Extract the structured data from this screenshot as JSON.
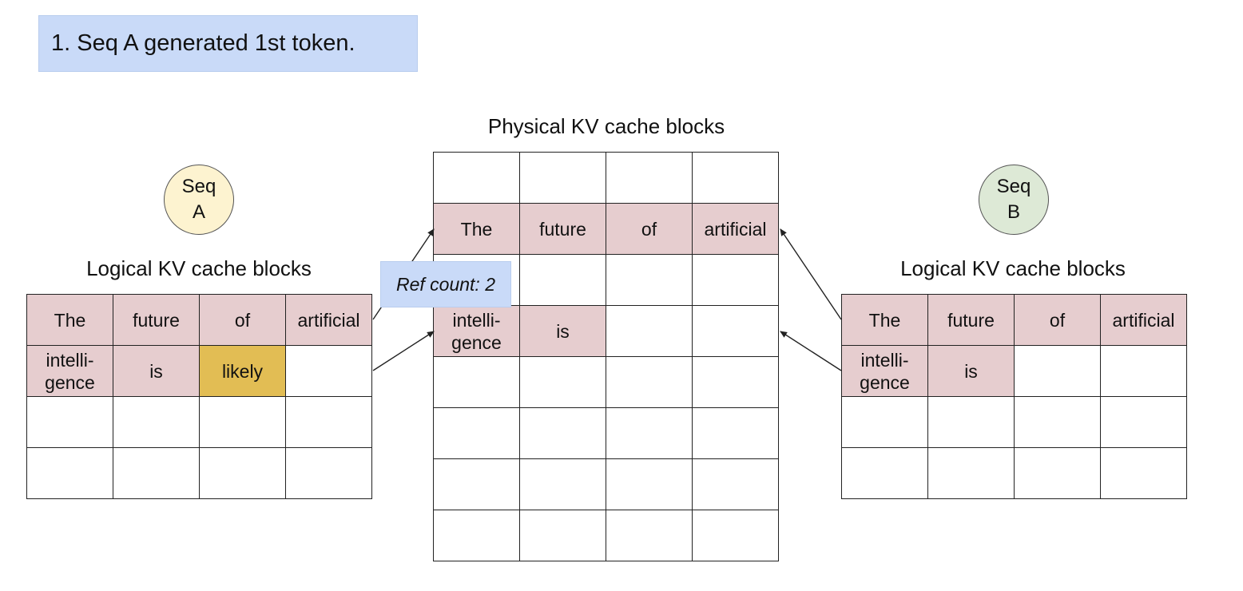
{
  "step_title": "1. Seq A generated 1st token.",
  "physical": {
    "label": "Physical KV cache blocks",
    "rows": [
      [
        "",
        "",
        "",
        ""
      ],
      [
        "The",
        "future",
        "of",
        "artificial"
      ],
      [
        "",
        "",
        "",
        ""
      ],
      [
        "intelli-\ngence",
        "is",
        "",
        ""
      ],
      [
        "",
        "",
        "",
        ""
      ],
      [
        "",
        "",
        "",
        ""
      ],
      [
        "",
        "",
        "",
        ""
      ],
      [
        "",
        "",
        "",
        ""
      ]
    ],
    "filled_rows": [
      1,
      3
    ],
    "filled_counts": [
      0,
      4,
      0,
      2,
      0,
      0,
      0,
      0
    ]
  },
  "seq_a": {
    "circle_label": "Seq\nA",
    "circle_color": "#fdf3d0",
    "logical_label": "Logical KV cache blocks",
    "rows": [
      [
        "The",
        "future",
        "of",
        "artificial"
      ],
      [
        "intelli-\ngence",
        "is",
        "likely",
        ""
      ],
      [
        "",
        "",
        "",
        ""
      ],
      [
        "",
        "",
        "",
        ""
      ]
    ],
    "filled_counts": [
      4,
      2,
      0,
      0
    ],
    "new_token_cell": [
      1,
      2
    ]
  },
  "seq_b": {
    "circle_label": "Seq\nB",
    "circle_color": "#dde9d6",
    "logical_label": "Logical KV cache blocks",
    "rows": [
      [
        "The",
        "future",
        "of",
        "artificial"
      ],
      [
        "intelli-\ngence",
        "is",
        "",
        ""
      ],
      [
        "",
        "",
        "",
        ""
      ],
      [
        "",
        "",
        "",
        ""
      ]
    ],
    "filled_counts": [
      4,
      2,
      0,
      0
    ]
  },
  "ref_count_label": "Ref count: 2",
  "colors": {
    "title_bg": "#c9daf8",
    "filled": "#e6cdcf",
    "new_token": "#e2bd54"
  }
}
